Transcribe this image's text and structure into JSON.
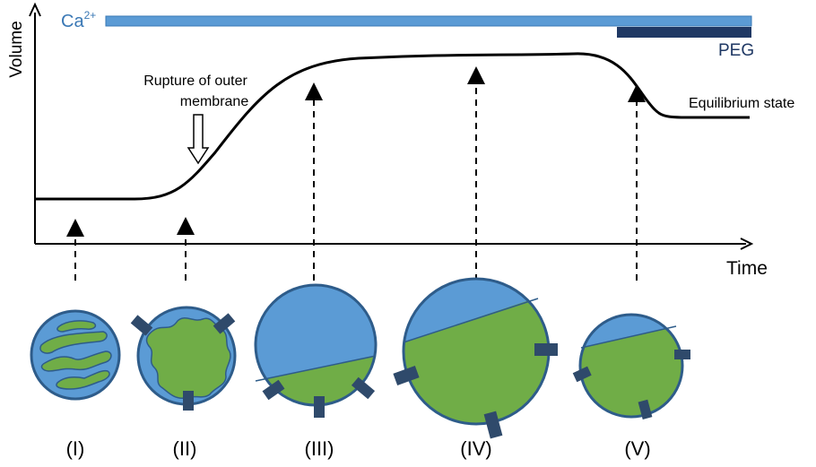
{
  "axes": {
    "y_label": "Volume",
    "x_label": "Time"
  },
  "treatments": {
    "ca_label": "Ca",
    "ca_superscript": "2+",
    "peg_label": "PEG"
  },
  "annotations": {
    "rupture_line1": "Rupture of outer",
    "rupture_line2": "membrane",
    "equilibrium": "Equilibrium state"
  },
  "stages": [
    "(I)",
    "(II)",
    "(III)",
    "(IV)",
    "(V)"
  ],
  "colors": {
    "ca_bar": "#5b9bd5",
    "peg_bar": "#1f3864",
    "matrix_blue": "#5b9bd5",
    "matrix_green": "#70ad47",
    "outline": "#2e5c8a",
    "porter": "#2f4a6b"
  }
}
